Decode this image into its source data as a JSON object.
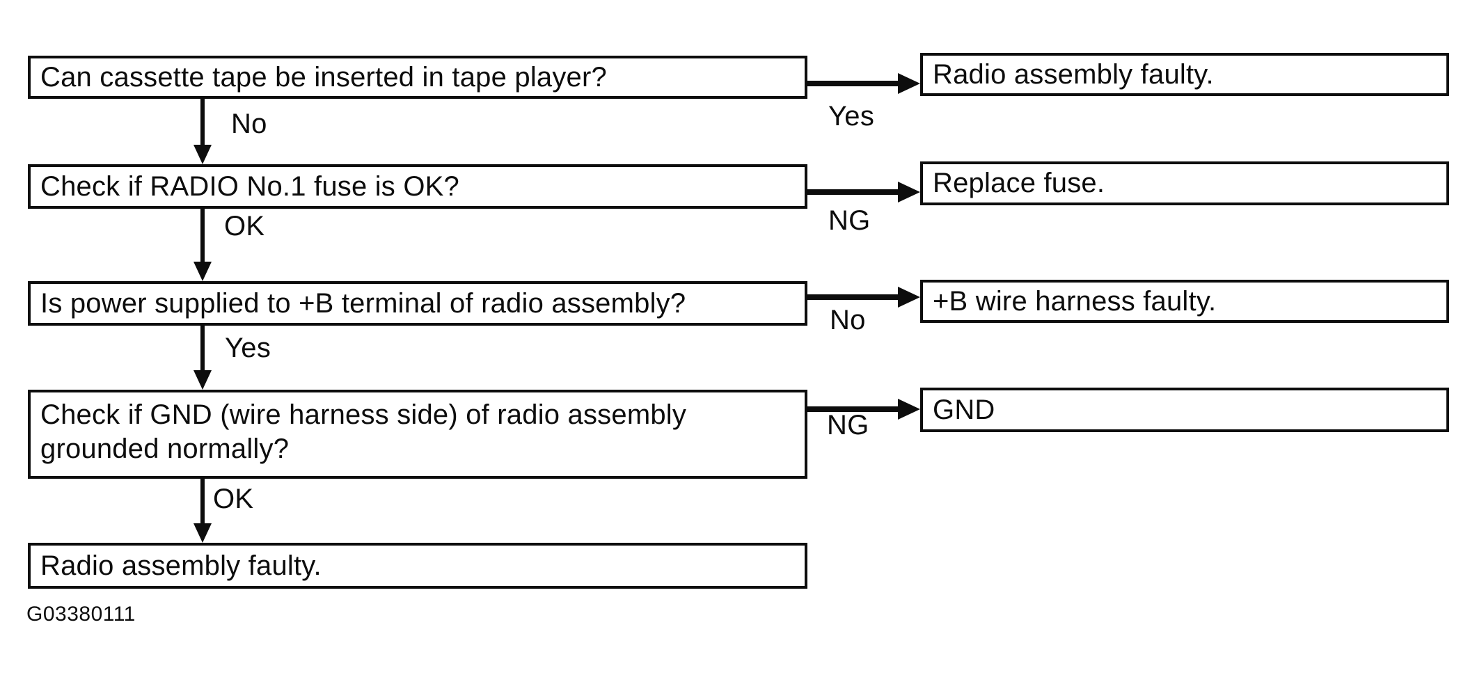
{
  "flowchart": {
    "figure_code": "G03380111",
    "colors": {
      "ink": "#0d0d0d",
      "background": "#ffffff"
    },
    "steps": [
      {
        "question": "Can cassette tape be inserted in tape player?",
        "branch_label": "Yes",
        "branch_result": "Radio assembly faulty.",
        "continue_label": "No"
      },
      {
        "question": "Check if RADIO No.1 fuse is OK?",
        "branch_label": "NG",
        "branch_result": "Replace fuse.",
        "continue_label": "OK"
      },
      {
        "question": "Is power supplied to +B terminal of radio assembly?",
        "branch_label": "No",
        "branch_result": "+B wire harness faulty.",
        "continue_label": "Yes"
      },
      {
        "question": "Check if GND (wire harness side) of radio assembly grounded normally?",
        "branch_label": "NG",
        "branch_result": "GND",
        "continue_label": "OK"
      }
    ],
    "final_result": "Radio assembly faulty."
  }
}
